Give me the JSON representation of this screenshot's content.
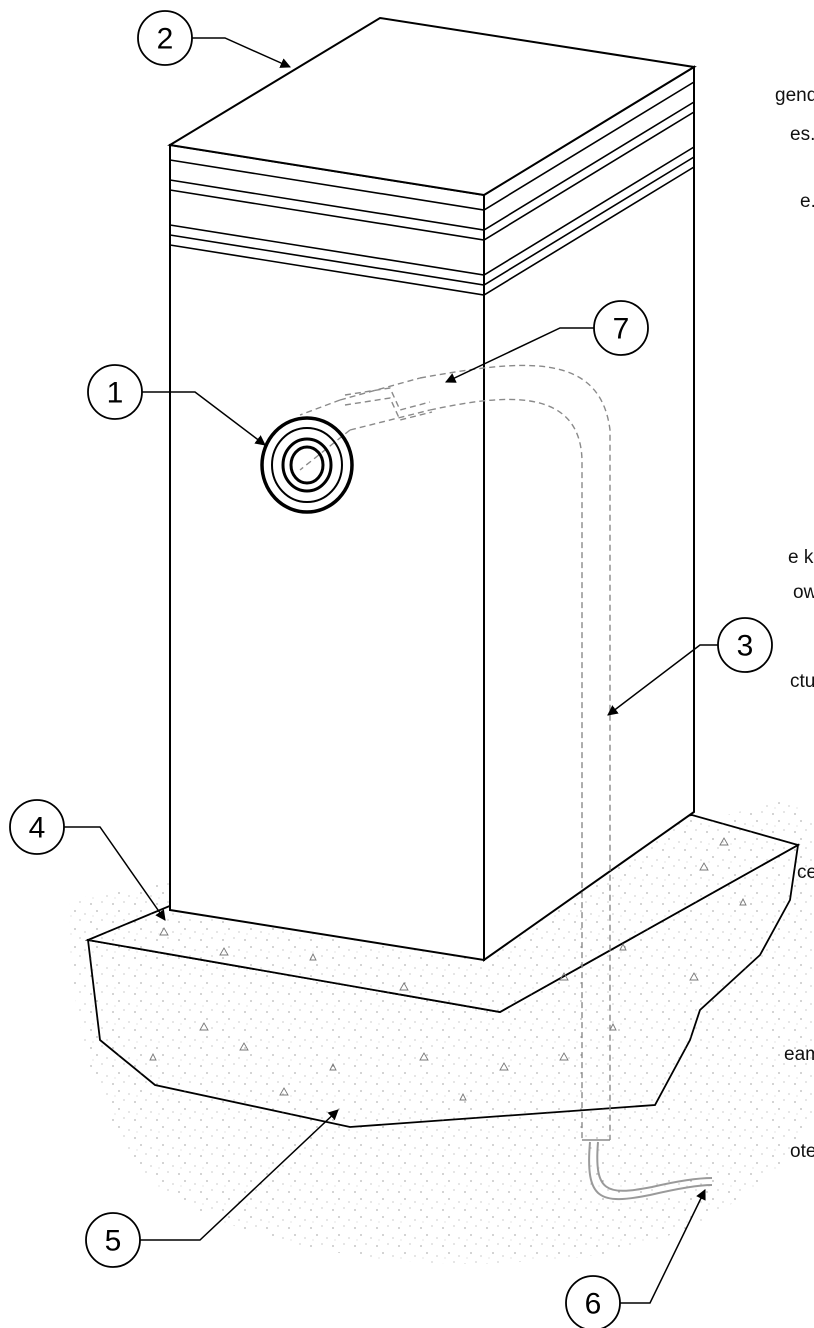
{
  "text_fragments": [
    "gend",
    "es.",
    "e.",
    "e kit.",
    "ow",
    "cture",
    "ce",
    "eam",
    "otes"
  ],
  "callouts": [
    {
      "number": "1",
      "part": "wall-outlet"
    },
    {
      "number": "2",
      "part": "pedestal-top"
    },
    {
      "number": "3",
      "part": "conduit"
    },
    {
      "number": "4",
      "part": "concrete-base"
    },
    {
      "number": "5",
      "part": "concrete-footing"
    },
    {
      "number": "6",
      "part": "supply-cable"
    },
    {
      "number": "7",
      "part": "elbow-fitting"
    }
  ],
  "colors": {
    "line": "#000000",
    "hidden_line": "#8a8a8a",
    "cable": "#9a9a9a",
    "paper": "#ffffff"
  }
}
